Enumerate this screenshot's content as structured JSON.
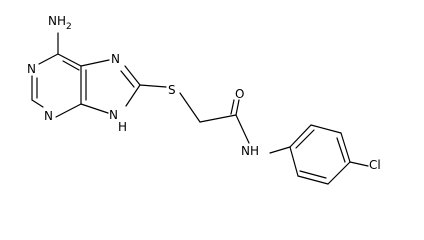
{
  "molecule": {
    "atom_labels": {
      "nh2": "NH",
      "nh2_sub": "2",
      "n1": "N",
      "n3": "N",
      "n7": "N",
      "n9h": "N",
      "n9h_h": "H",
      "s": "S",
      "o": "O",
      "nh": "NH",
      "cl": "Cl"
    }
  }
}
